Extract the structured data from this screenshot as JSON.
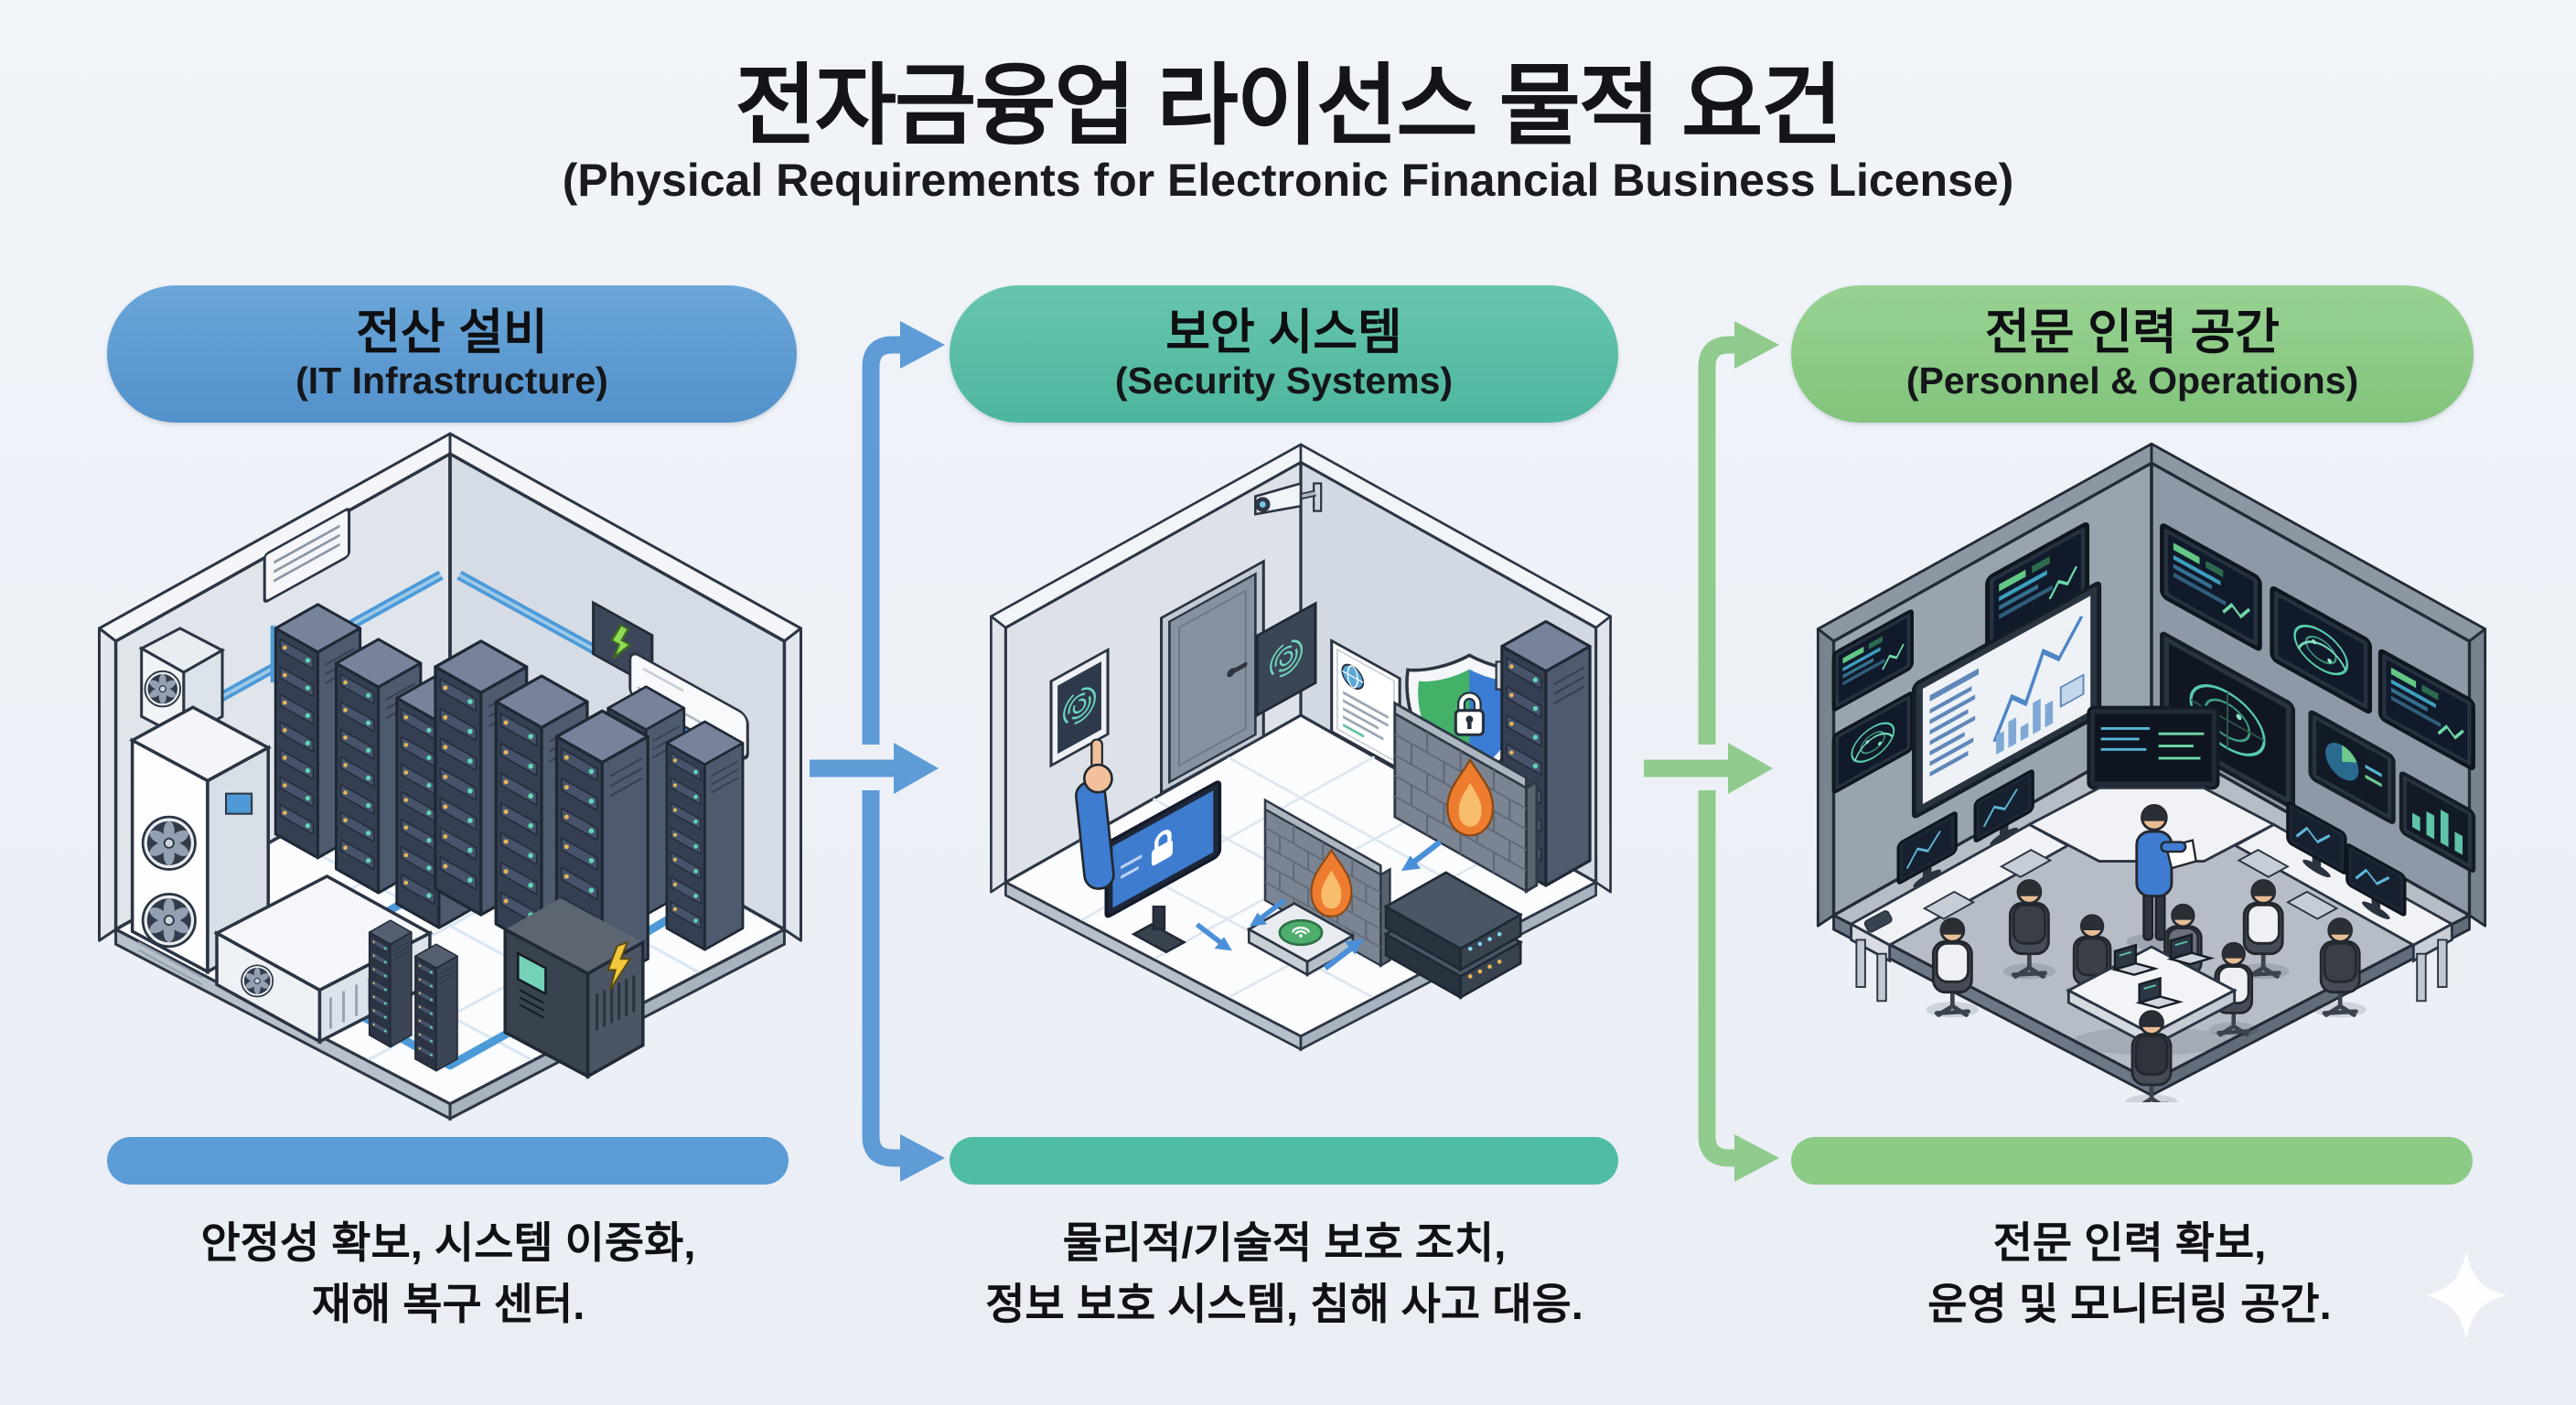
{
  "header": {
    "title_ko": "전자금융업 라이선스 물적 요건",
    "subtitle_en": "(Physical Requirements for Electronic Financial Business License)"
  },
  "sections": [
    {
      "key": "it-infrastructure",
      "title_ko": "전산 설비",
      "title_en": "(IT Infrastructure)",
      "accent_color": "#5b9bd6",
      "summary_bar_color": "#5b9bd6",
      "desc_line1": "안정성 확보, 시스템 이중화,",
      "desc_line2": "재해 복구 센터.",
      "illustration": "isometric server room",
      "illustration_elements": [
        "server-rack-icon",
        "hvac-cooling-unit-icon",
        "cooling-fan-icon",
        "wall-air-conditioner-icon",
        "ups-power-icon",
        "power-box-lightning-icon",
        "network-conduit-icon",
        "floor-cable-icon",
        "wall-vent-icon"
      ]
    },
    {
      "key": "security-systems",
      "title_ko": "보안 시스템",
      "title_en": "(Security Systems)",
      "accent_color": "#4fbca4",
      "summary_bar_color": "#4fbca4",
      "desc_line1": "물리적/기술적 보호 조치,",
      "desc_line2": "정보 보호 시스템, 침해 사고 대응.",
      "illustration": "isometric security room",
      "illustration_elements": [
        "secure-door-icon",
        "fingerprint-scanner-icon",
        "hand-touch-icon",
        "keypad-icon",
        "fingerprint-plaque-icon",
        "security-certificate-icon",
        "shield-lock-icon",
        "cctv-camera-icon",
        "firewall-flame-icon",
        "server-rack-icon",
        "lock-screen-monitor-icon",
        "network-switch-icon",
        "secure-hub-icon",
        "data-flow-arrow-icon"
      ]
    },
    {
      "key": "personnel-operations",
      "title_ko": "전문 인력 공간",
      "title_en": "(Personnel & Operations)",
      "accent_color": "#8ccb85",
      "summary_bar_color": "#8ccb85",
      "desc_line1": "전문 인력 확보,",
      "desc_line2": "운영 및 모니터링 공간.",
      "illustration": "isometric monitoring operations room",
      "illustration_elements": [
        "wall-monitor-grid-icon",
        "dashboard-chart-screen-icon",
        "radar-screen-icon",
        "pie-chart-screen-icon",
        "bar-chart-screen-icon",
        "operator-desk-icon",
        "desk-monitor-icon",
        "keyboard-icon",
        "office-chair-icon",
        "operator-person-icon",
        "standing-supervisor-icon",
        "meeting-table-icon",
        "laptop-icon"
      ]
    }
  ],
  "connectors": [
    {
      "from": "it-infrastructure",
      "to": "security-systems",
      "color": "#5e9bd7",
      "style": "elbow-with-three-arrowheads"
    },
    {
      "from": "security-systems",
      "to": "personnel-operations",
      "color": "#90cb8d",
      "style": "elbow-with-three-arrowheads"
    }
  ],
  "background_color": "#eef1f7",
  "decorations": [
    {
      "name": "sparkle",
      "color": "#ffffff",
      "position": "bottom-right"
    }
  ]
}
